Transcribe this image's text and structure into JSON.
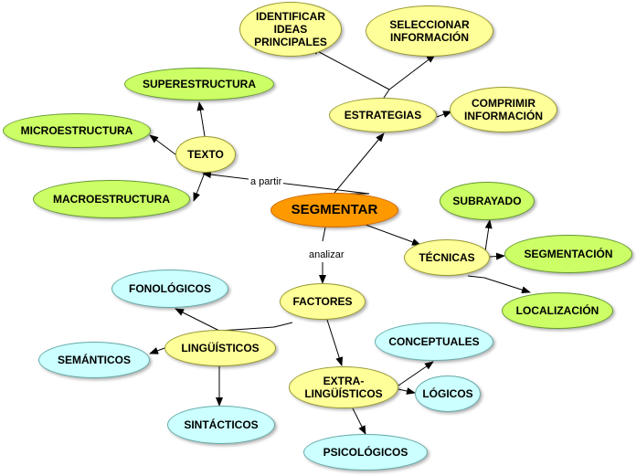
{
  "colors": {
    "yellow_fill": "#ffff99",
    "yellow_border": "#999933",
    "green_fill": "#ccff66",
    "green_border": "#669933",
    "cyan_fill": "#ccffff",
    "cyan_border": "#66aaaa",
    "orange_fill": "#ff9900",
    "orange_border": "#cc6600",
    "line": "#000000"
  },
  "nodes": {
    "identificar": "IDENTIFICAR\nIDEAS\nPRINCIPALES",
    "seleccionar": "SELECCIONAR\nINFORMACIÓN",
    "superestructura": "SUPERESTRUCTURA",
    "estrategias": "ESTRATEGIAS",
    "comprimir": "COMPRIMIR\nINFORMACIÓN",
    "microestructura": "MICROESTRUCTURA",
    "texto": "TEXTO",
    "macroestructura": "MACROESTRUCTURA",
    "segmentar": "SEGMENTAR",
    "subrayado": "SUBRAYADO",
    "tecnicas": "TÉCNICAS",
    "segmentacion": "SEGMENTACIÓN",
    "fonologicos": "FONOLÓGICOS",
    "factores": "FACTORES",
    "localizacion": "LOCALIZACIÓN",
    "semanticos": "SEMÁNTICOS",
    "linguisticos": "LINGÜÍSTICOS",
    "conceptuales": "CONCEPTUALES",
    "extralinguisticos": "EXTRA-\nLINGÜÍSTICOS",
    "logicos": "LÓGICOS",
    "sintacticos": "SINTÁCTICOS",
    "psicologicos": "PSICOLÓGICOS"
  },
  "edge_labels": {
    "a_partir": "a partir",
    "analizar": "analizar"
  }
}
